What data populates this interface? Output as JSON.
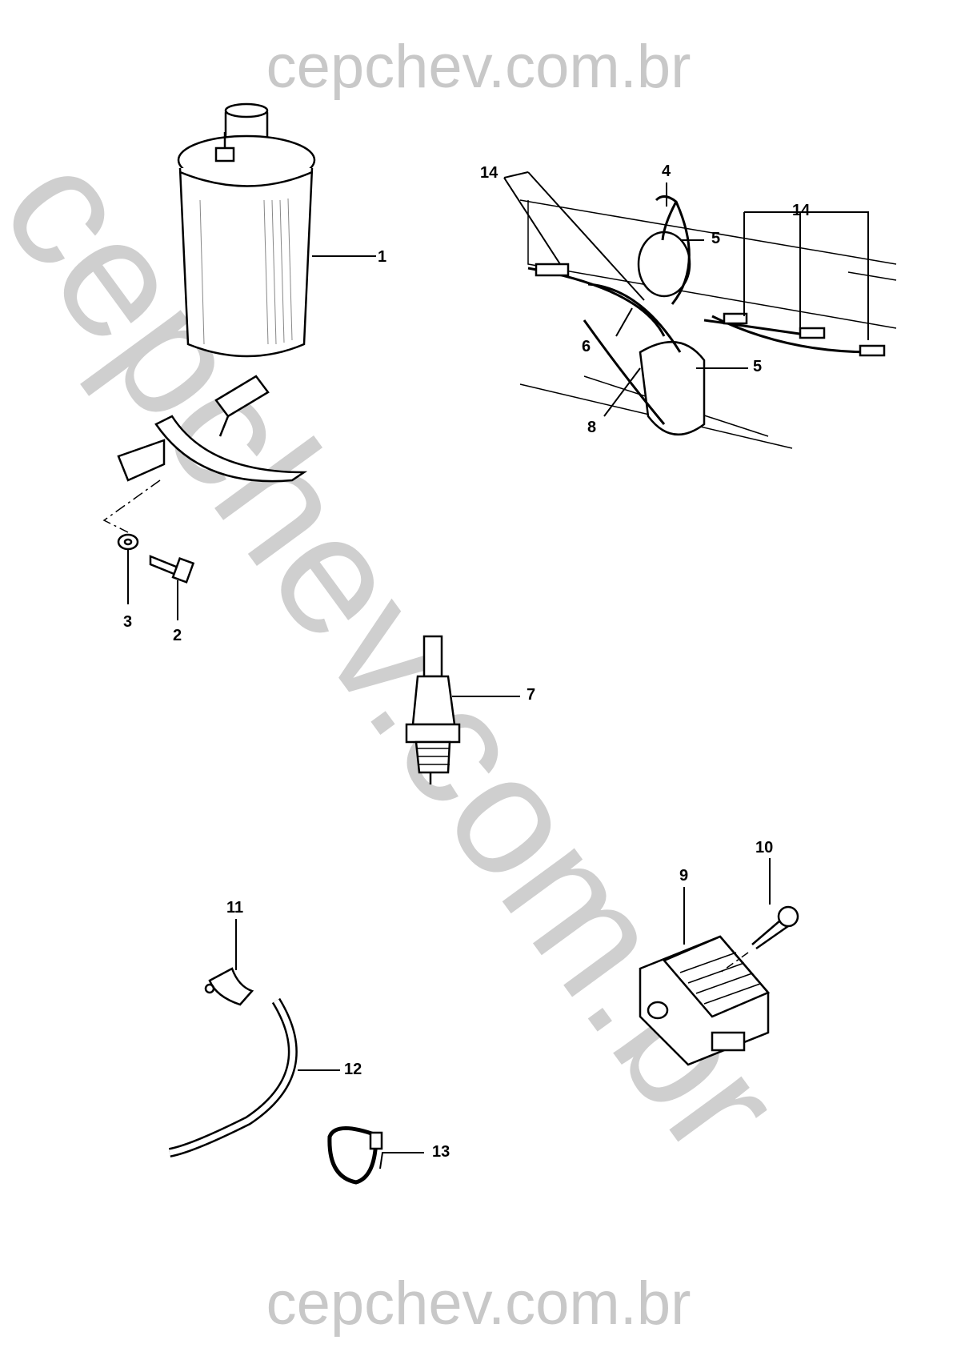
{
  "watermark": {
    "top": "cepchev.com.br",
    "diagonal": "cepchev.com.br",
    "bottom": "cepchev.com.br"
  },
  "callouts": [
    "1",
    "2",
    "3",
    "4",
    "5",
    "5",
    "6",
    "7",
    "8",
    "9",
    "10",
    "11",
    "12",
    "13",
    "14",
    "14"
  ]
}
